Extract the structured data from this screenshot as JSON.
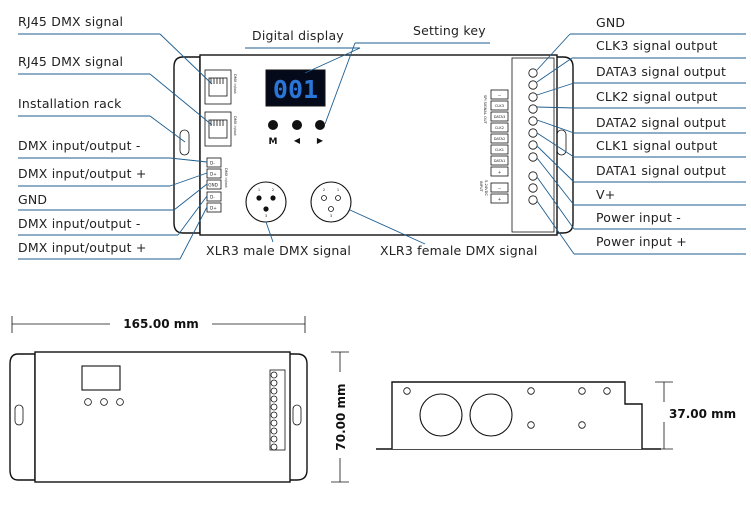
{
  "labels": {
    "rj45_top": "RJ45 DMX signal",
    "rj45_bottom": "RJ45 DMX signal",
    "installation_rack": "Installation rack",
    "dmx_minus_1": "DMX input/output -",
    "dmx_plus_1": "DMX input/output +",
    "gnd_left": "GND",
    "dmx_minus_2": "DMX input/output -",
    "dmx_plus_2": "DMX input/output +",
    "digital_display": "Digital display",
    "setting_key": "Setting key",
    "xlr_male": "XLR3 male DMX signal",
    "xlr_female": "XLR3 female DMX signal",
    "gnd_right": "GND",
    "clk3": "CLK3 signal output",
    "data3": "DATA3 signal output",
    "clk2": "CLK2 signal output",
    "data2": "DATA2 signal output",
    "clk1": "CLK1 signal output",
    "data1": "DATA1 signal output",
    "vplus": "V+",
    "power_minus": "Power input -",
    "power_plus": "Power input +"
  },
  "display": {
    "value": "001"
  },
  "keys": {
    "m": "M",
    "left": "◀",
    "right": "▶"
  },
  "device_markings": {
    "dmx_in_out_1": "DMX in/out",
    "dmx_in_out_2": "DMX in/out",
    "dmx_in_out_3": "DMX in/out",
    "pin_1": "1",
    "pin_2": "2",
    "pin_3": "3",
    "terminal_d_minus_1": "D-",
    "terminal_d_plus_1": "D+",
    "terminal_gnd": "GND",
    "terminal_d_minus_2": "D-",
    "terminal_d_plus_2": "D+",
    "out_minus": "−",
    "out_clk3": "CLK3",
    "out_data3": "DATA3",
    "out_clk2": "CLK2",
    "out_data2": "DATA2",
    "out_clk1": "CLK1",
    "out_data1": "DATA1",
    "out_plus": "+",
    "power_minus": "−",
    "power_plus": "+",
    "spi_signal_out": "SPI SIGNAL OUT",
    "input": "INPUT",
    "voltage": "5-24VDC"
  },
  "dimensions": {
    "length": "165.00 mm",
    "width": "70.00 mm",
    "height": "37.00 mm"
  }
}
